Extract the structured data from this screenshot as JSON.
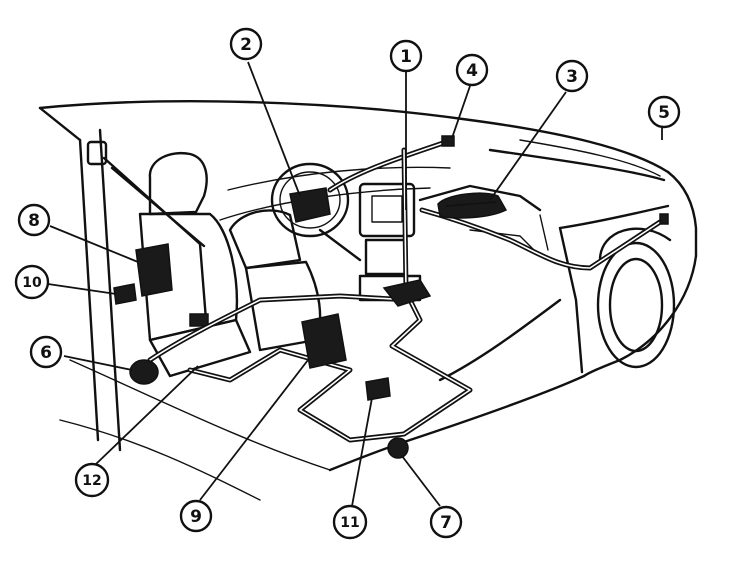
{
  "callouts": [
    {
      "id": "c1",
      "label": "1"
    },
    {
      "id": "c2",
      "label": "2"
    },
    {
      "id": "c3",
      "label": "3"
    },
    {
      "id": "c4",
      "label": "4"
    },
    {
      "id": "c5",
      "label": "5"
    },
    {
      "id": "c6",
      "label": "6"
    },
    {
      "id": "c7",
      "label": "7"
    },
    {
      "id": "c8",
      "label": "8"
    },
    {
      "id": "c9",
      "label": "9"
    },
    {
      "id": "c10",
      "label": "10"
    },
    {
      "id": "c11",
      "label": "11"
    },
    {
      "id": "c12",
      "label": "12"
    }
  ]
}
